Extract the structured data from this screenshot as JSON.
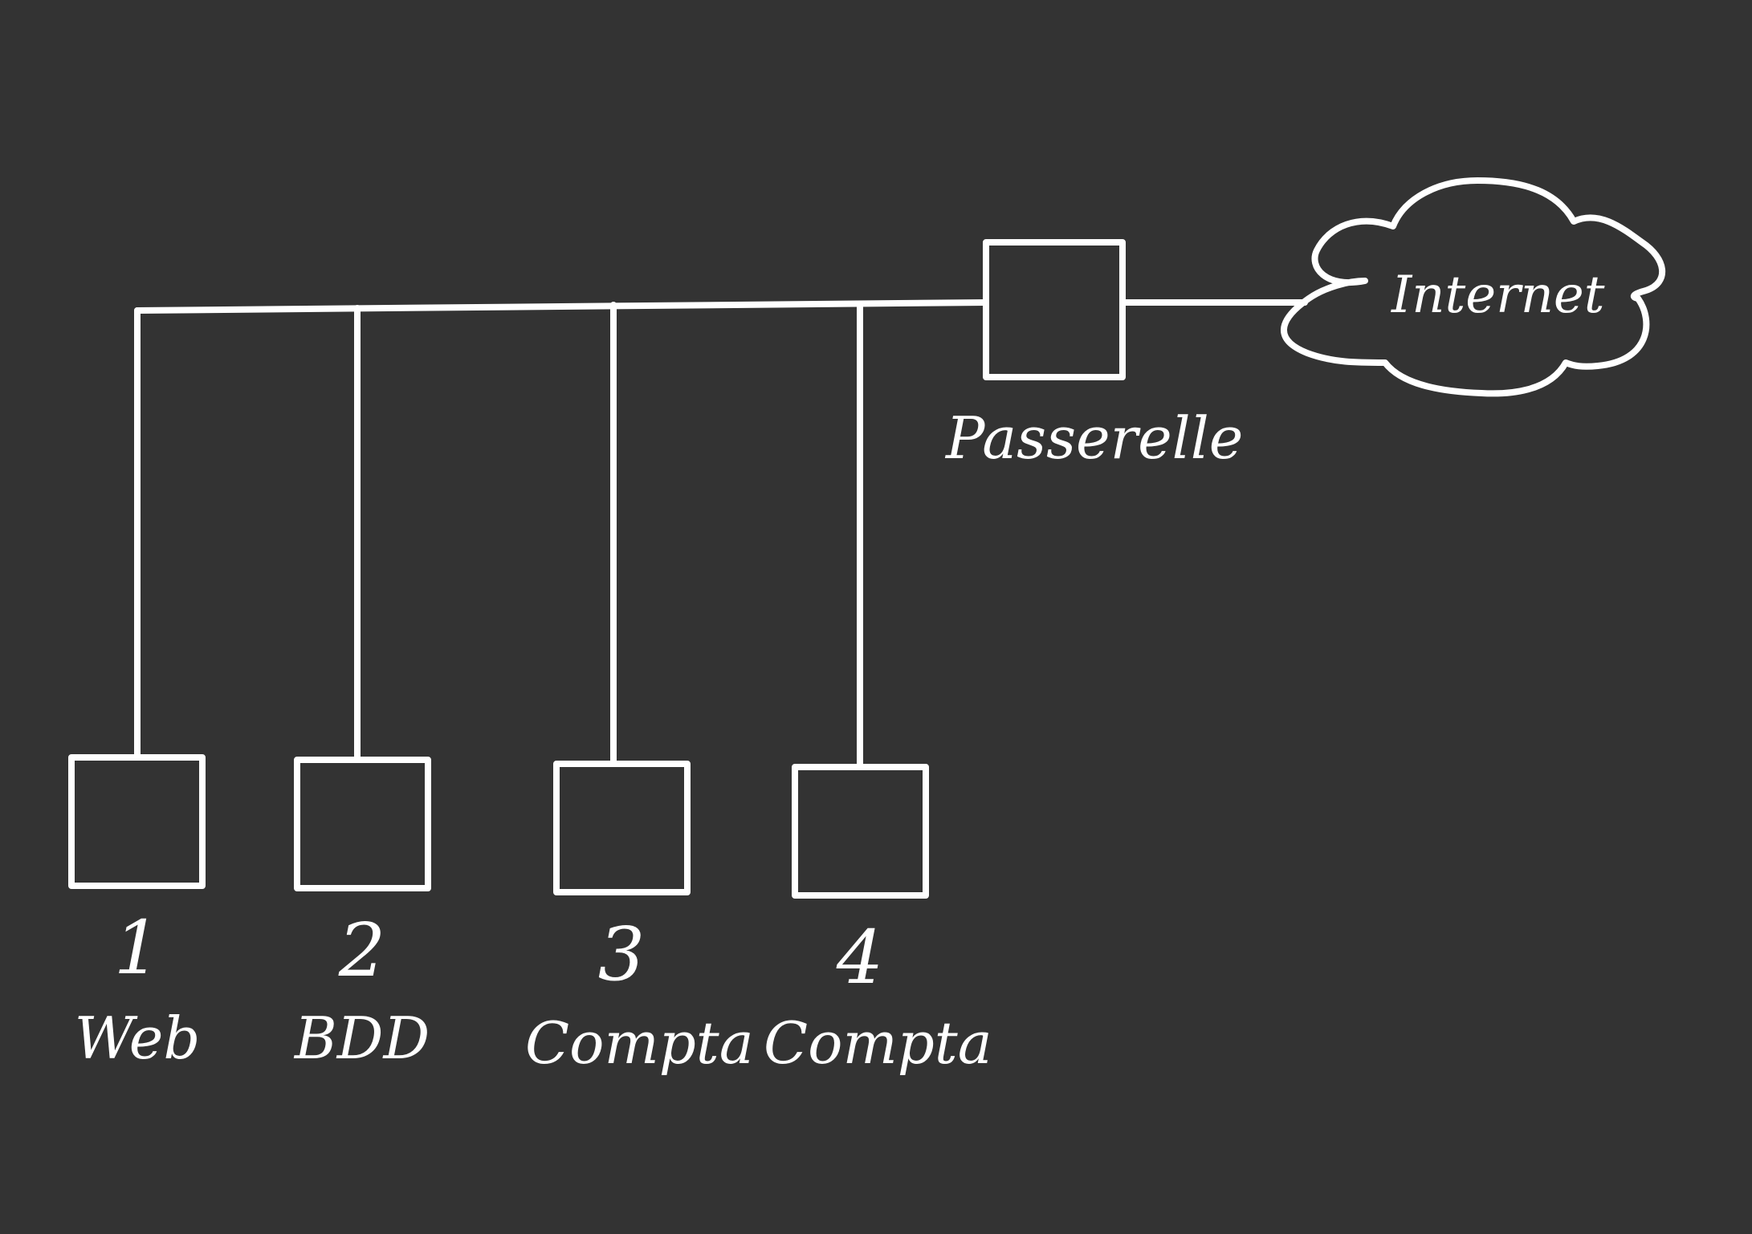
{
  "colors": {
    "background": "#333333",
    "stroke": "#ffffff"
  },
  "gateway": {
    "label": "Passerelle"
  },
  "internet": {
    "label": "Internet"
  },
  "hosts": [
    {
      "number": "1",
      "name": "Web"
    },
    {
      "number": "2",
      "name": "BDD"
    },
    {
      "number": "3",
      "name": "Compta"
    },
    {
      "number": "4",
      "name": "Compta"
    }
  ]
}
